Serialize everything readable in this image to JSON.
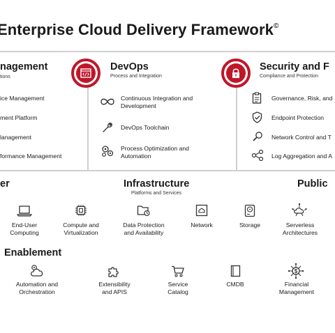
{
  "title": {
    "text": "Enterprise Cloud Delivery Framework",
    "mark": "©"
  },
  "columns": {
    "management": {
      "heading": "nagement",
      "subtitle": "tions",
      "items": [
        "ice Management",
        "ment Platform",
        "lanagement",
        "formance Management"
      ]
    },
    "devops": {
      "heading": "DevOps",
      "subtitle": "Process and Integration",
      "items": [
        "Continuous Integration and\nDevelopment",
        "DevOps Toolchain",
        "Process Optimization and\nAutomation"
      ]
    },
    "security": {
      "heading": "Security and F",
      "subtitle": "Compliance and Protection",
      "items": [
        "Governance, Risk, and",
        "Endpoint Protection",
        "Network Control and T",
        "Log Aggregation and A"
      ]
    }
  },
  "infrastructure": {
    "left_heading": "er",
    "heading": "Infrastructure",
    "subtitle": "Platforms and Services",
    "right_heading": "Public",
    "items": [
      "End-User\nComputing",
      "Compute and\nVirtualization",
      "Data Protection\nand Availability",
      "Network",
      "Storage",
      "Serverless\nArchitectures"
    ]
  },
  "enablement": {
    "heading": "Enablement",
    "items": [
      "Automation and\nOrchestration",
      "Extensibility\nand APIS",
      "Service\nCatalog",
      "CMDB",
      "Financial\nManagement"
    ]
  },
  "colors": {
    "accent": "#c0162a",
    "divider": "#cfcfcf",
    "text": "#1a1a1a"
  }
}
